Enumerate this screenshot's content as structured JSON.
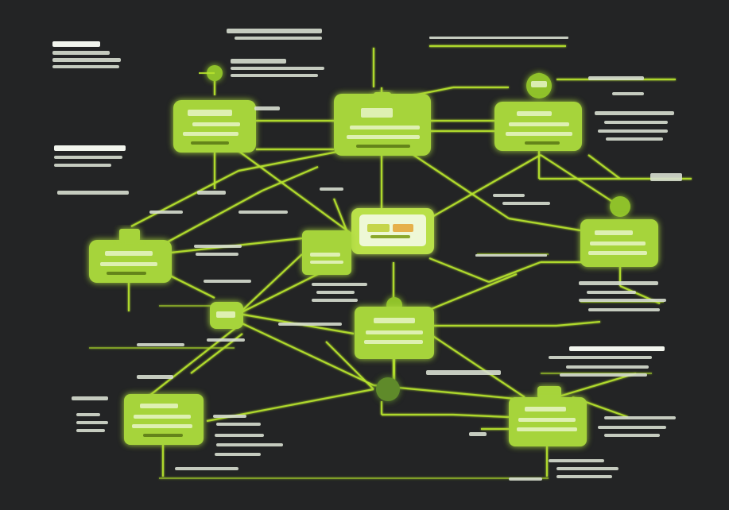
{
  "diagram": {
    "colors": {
      "background": "#232425",
      "node_fill": "#a6d43a",
      "connector": "#b6e22d",
      "text": "#d7ded0"
    },
    "nodes": [
      {
        "id": "node-top-left"
      },
      {
        "id": "node-top-center"
      },
      {
        "id": "node-top-right"
      },
      {
        "id": "node-middle-left"
      },
      {
        "id": "node-center-highlight"
      },
      {
        "id": "node-center-square"
      },
      {
        "id": "node-right"
      },
      {
        "id": "node-small-left"
      },
      {
        "id": "node-lower-center"
      },
      {
        "id": "node-bottom-left"
      },
      {
        "id": "node-bottom-right"
      }
    ]
  }
}
